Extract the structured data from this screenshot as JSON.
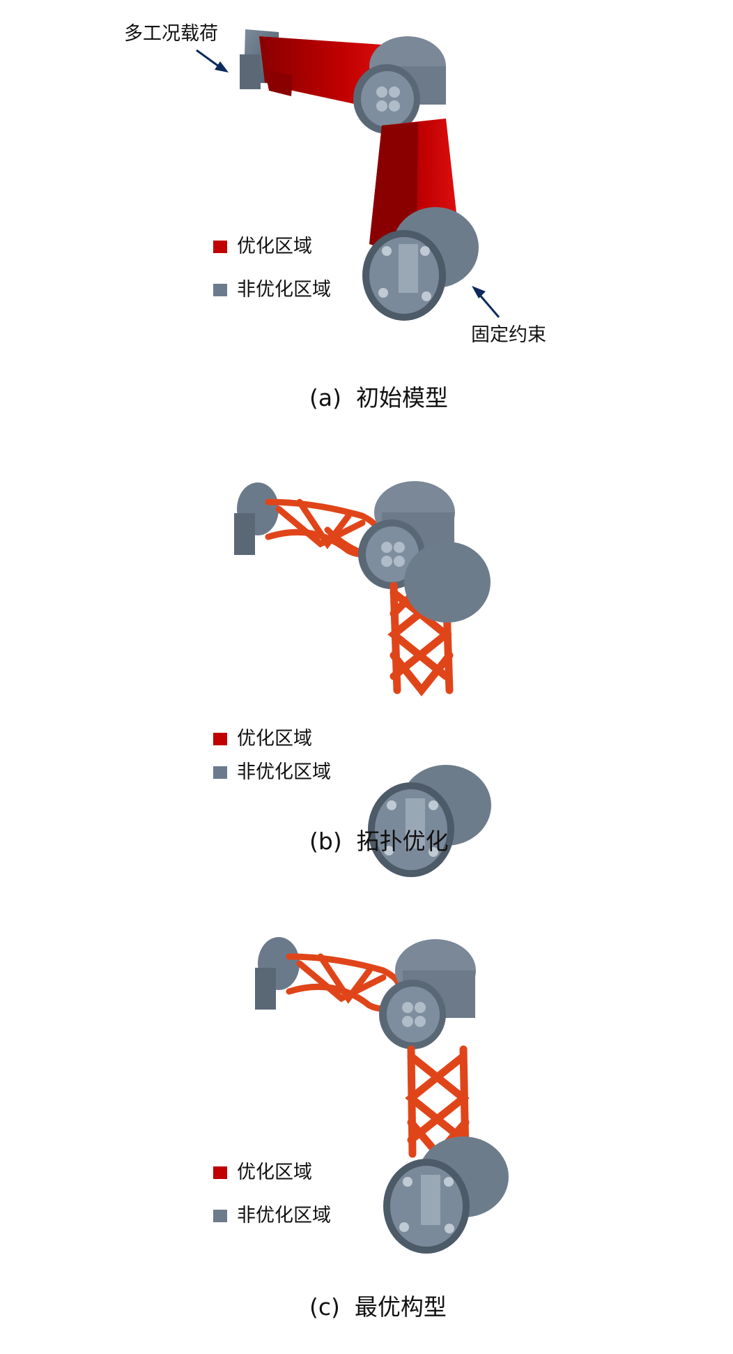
{
  "colors": {
    "optimized": "#c00000",
    "non_optimized": "#6b7b8c",
    "lattice": "#e0451a",
    "arrow": "#0d2a5c"
  },
  "panels": [
    {
      "caption": "(a)  初始模型",
      "legend": {
        "optimized": "优化区域",
        "non_optimized": "非优化区域"
      },
      "annotations": {
        "load": "多工况载荷",
        "constraint": "固定约束"
      }
    },
    {
      "caption": "(b)  拓扑优化",
      "legend": {
        "optimized": "优化区域",
        "non_optimized": "非优化区域"
      }
    },
    {
      "caption": "(c)  最优构型",
      "legend": {
        "optimized": "优化区域",
        "non_optimized": "非优化区域"
      }
    }
  ]
}
